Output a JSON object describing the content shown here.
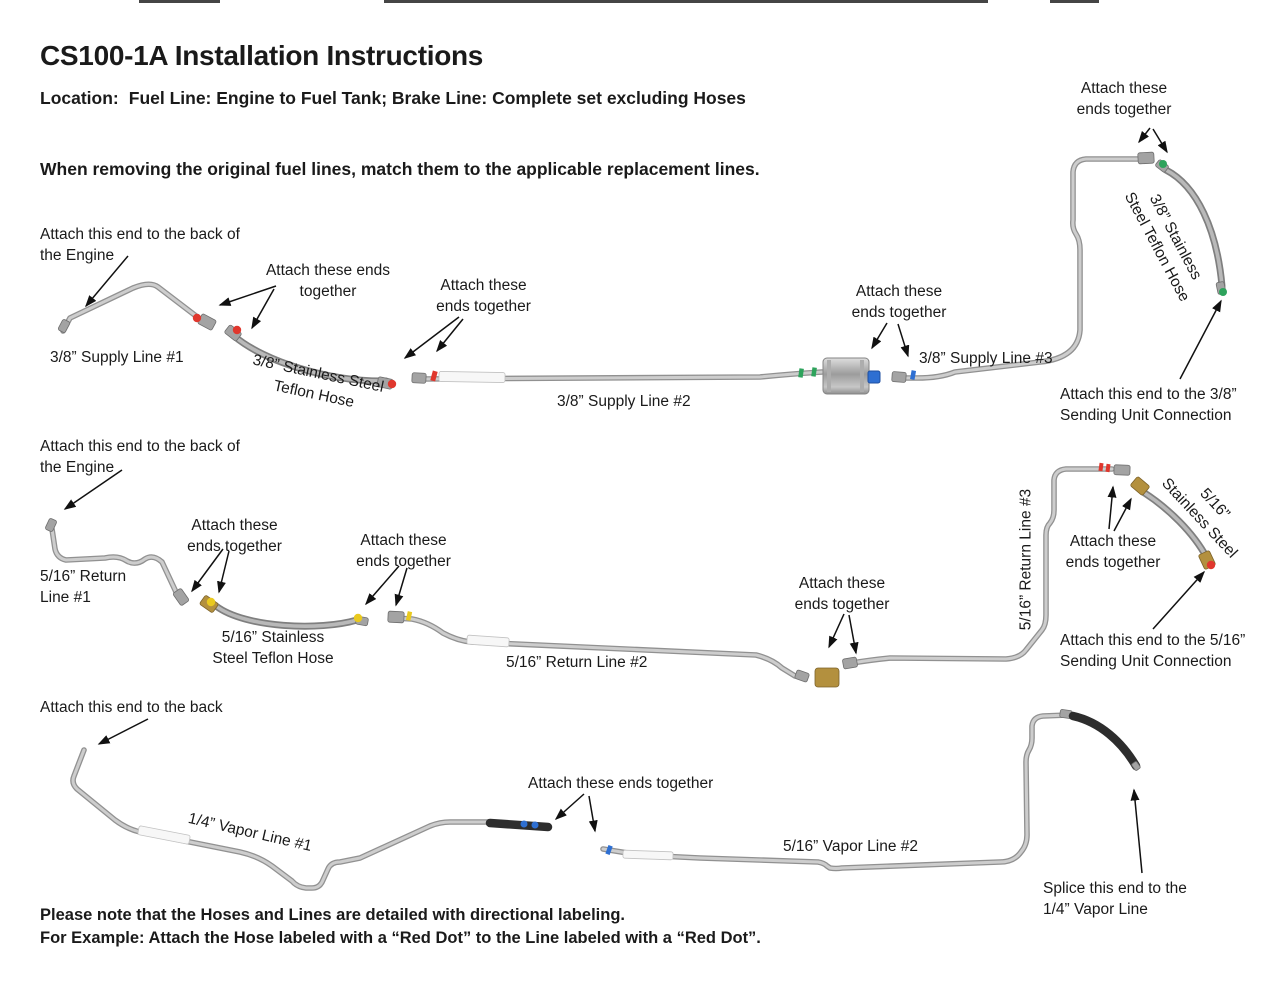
{
  "header": {
    "title": "CS100-1A Installation Instructions",
    "location_label": "Location:",
    "location_value": "Fuel Line: Engine to Fuel Tank; Brake Line: Complete set excluding Hoses",
    "intro": "When removing the original fuel lines, match them to the applicable replacement lines."
  },
  "footer": {
    "note1": "Please note that the Hoses and Lines are detailed with directional labeling.",
    "note2": "For Example: Attach the Hose labeled with a “Red Dot” to the Line labeled with a “Red Dot”."
  },
  "colors": {
    "text": "#1a1a1a",
    "line": "#cdcdcd",
    "line_edge": "#919191",
    "hose": "#b9b9b9",
    "hose_edge": "#7f7f7f",
    "rubber_hose": "#2d2d2d",
    "sleeve": "#f7f7f7",
    "dot_red": "#e0372d",
    "dot_green": "#2ea35c",
    "dot_yellow": "#e9c91f",
    "dot_blue": "#2e6fd2",
    "brass": "#b3903e"
  },
  "diagram": {
    "row1": {
      "attach_engine": "Attach this end to the back of\nthe Engine",
      "supply1": "3/8” Supply Line #1",
      "attach_a": "Attach these ends\ntogether",
      "hose1": "3/8” Stainless Steel\nTeflon Hose",
      "attach_b": "Attach these\nends together",
      "supply2": "3/8” Supply Line #2",
      "attach_c": "Attach these\nends together",
      "supply3": "3/8” Supply Line #3",
      "attach_d": "Attach these\nends together",
      "hose2": "3/8” Stainless\nSteel Teflon Hose",
      "sending": "Attach this end to the 3/8”\nSending Unit Connection"
    },
    "row2": {
      "attach_engine": "Attach this end to the back of\nthe Engine",
      "return1": "5/16” Return\nLine #1",
      "attach_a": "Attach these\nends together",
      "hose1": "5/16” Stainless\nSteel Teflon Hose",
      "attach_b": "Attach these\nends together",
      "return2": "5/16” Return Line #2",
      "attach_c": "Attach these\nends together",
      "return3": "5/16” Return Line #3",
      "hose2": "5/16”\nStainless Steel",
      "attach_d": "Attach these\nends together",
      "sending": "Attach this end to the 5/16”\nSending Unit Connection"
    },
    "row3": {
      "attach_back": "Attach this end to the back",
      "vapor1": "1/4” Vapor Line #1",
      "attach_a": "Attach these ends together",
      "vapor2": "5/16” Vapor Line #2",
      "splice": "Splice this end to the\n1/4” Vapor Line"
    }
  }
}
